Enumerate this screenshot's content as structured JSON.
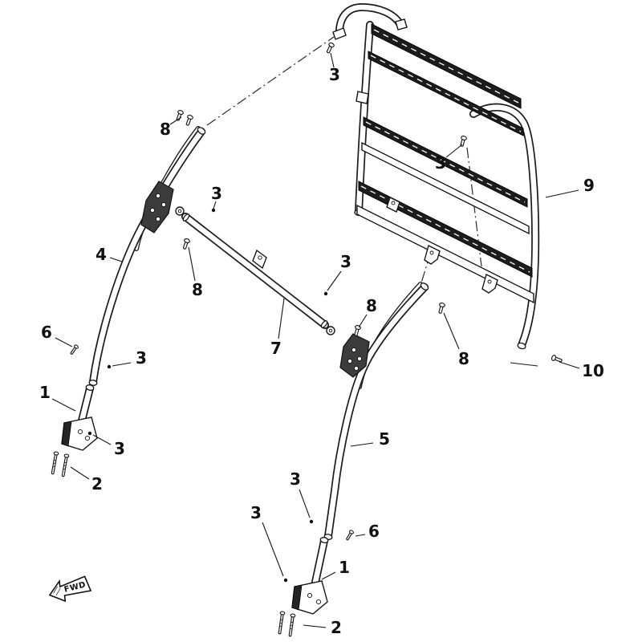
{
  "diagram": {
    "fwd_marker": "FWD",
    "callouts": [
      {
        "label": "3"
      },
      {
        "label": "8"
      },
      {
        "label": "3"
      },
      {
        "label": "3"
      },
      {
        "label": "9"
      },
      {
        "label": "4"
      },
      {
        "label": "8"
      },
      {
        "label": "3"
      },
      {
        "label": "7"
      },
      {
        "label": "8"
      },
      {
        "label": "6"
      },
      {
        "label": "3"
      },
      {
        "label": "8"
      },
      {
        "label": "10"
      },
      {
        "label": "1"
      },
      {
        "label": "3"
      },
      {
        "label": "5"
      },
      {
        "label": "2"
      },
      {
        "label": "3"
      },
      {
        "label": "3"
      },
      {
        "label": "6"
      },
      {
        "label": "1"
      },
      {
        "label": "2"
      }
    ]
  }
}
